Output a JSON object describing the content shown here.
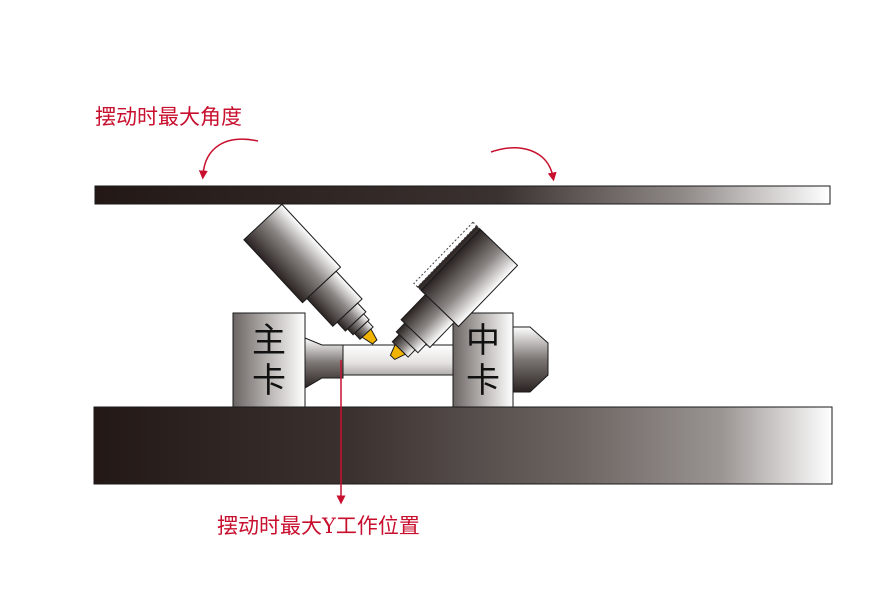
{
  "annotations": {
    "top": "摆动时最大角度",
    "bottom": "摆动时最大Y工作位置"
  },
  "chucks": {
    "main_line1": "主",
    "main_line2": "卡",
    "center_line1": "中",
    "center_line2": "卡"
  },
  "colors": {
    "annotation": "#c8102e",
    "weld_tip": "#f0b400",
    "rail_dark": "#231816",
    "rail_light": "#ffffff"
  },
  "icons": {
    "top_left_arrow": "curved-arrow-down-left-icon",
    "top_right_arrow": "curved-arrow-down-right-icon",
    "bottom_arrow": "arrow-down-icon"
  }
}
